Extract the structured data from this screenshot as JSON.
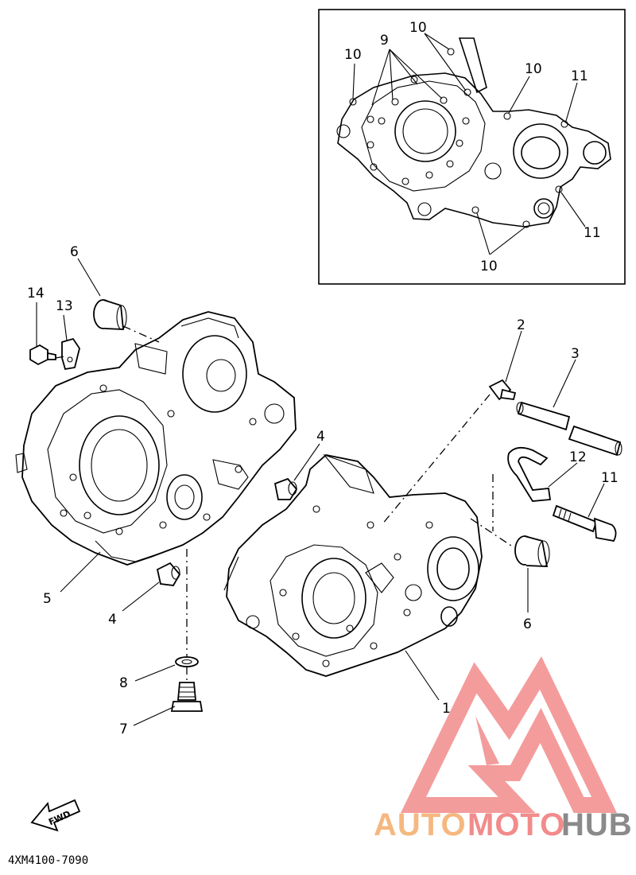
{
  "diagram": {
    "inset_callouts": {
      "c9": "9",
      "c10_top": "10",
      "c10_left": "10",
      "c10_right": "10",
      "c11_top": "11",
      "c11_bottom": "11",
      "c10_bottom": "10"
    },
    "callouts": {
      "c1": "1",
      "c2": "2",
      "c3": "3",
      "c4_upper": "4",
      "c4_lower": "4",
      "c5": "5",
      "c6_left": "6",
      "c6_right": "6",
      "c7": "7",
      "c8": "8",
      "c11": "11",
      "c12": "12",
      "c13": "13",
      "c14": "14"
    },
    "fwd_label": "FWD",
    "drawing_code": "4XM4100-7090"
  },
  "watermark": {
    "word_part1": "AUTO",
    "word_part2": "MOTO",
    "word_part3": "HUB",
    "color_orange": "#f5b880",
    "color_red": "#f28b8b",
    "color_gray": "#8a8a8a"
  }
}
